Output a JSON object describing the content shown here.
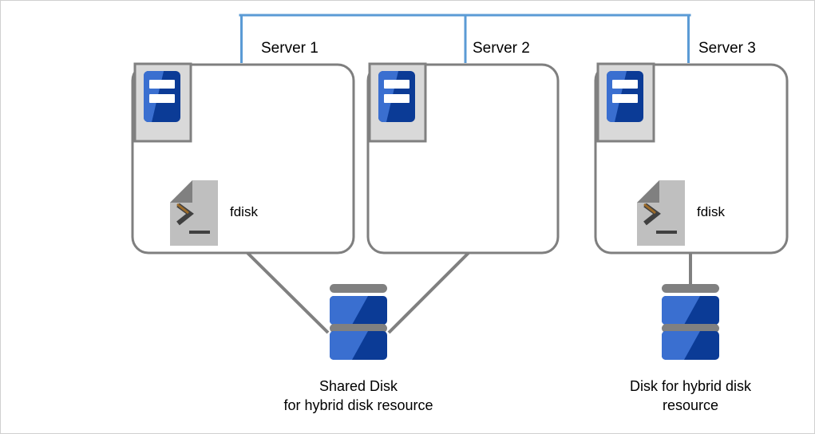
{
  "diagram": {
    "title_present": false,
    "colors": {
      "network_line": "#5b9bd5",
      "box_border": "#7f7f7f",
      "connector_line": "#808080",
      "icon_blue_light": "#3a6fd0",
      "icon_blue_dark": "#0b3b96",
      "icon_frame": "#d9d9d9",
      "icon_frame_border": "#808080",
      "document_gray": "#bfbfbf",
      "document_fold": "#808080",
      "prompt_dark": "#404040",
      "prompt_accent": "#9c6b29",
      "disk_bar_gray": "#808080",
      "text": "#000000",
      "page_border": "#d0d0d0"
    },
    "network": {
      "name": "interconnect-bus",
      "orientation": "horizontal"
    },
    "servers": [
      {
        "id": "server-1",
        "label": "Server 1",
        "icon": "server-icon",
        "command": {
          "label": "fdisk",
          "icon": "terminal-document-icon",
          "prompt": ">",
          "cursor": "_"
        },
        "has_command": true
      },
      {
        "id": "server-2",
        "label": "Server 2",
        "icon": "server-icon",
        "command": null,
        "has_command": false
      },
      {
        "id": "server-3",
        "label": "Server 3",
        "icon": "server-icon",
        "command": {
          "label": "fdisk",
          "icon": "terminal-document-icon",
          "prompt": ">",
          "cursor": "_"
        },
        "has_command": true
      }
    ],
    "storage": [
      {
        "id": "shared-disk",
        "icon": "disk-stack-icon",
        "caption_line1": "Shared Disk",
        "caption_line2": "for hybrid disk resource",
        "connected_to": [
          "server-1",
          "server-2"
        ]
      },
      {
        "id": "local-disk",
        "icon": "disk-stack-icon",
        "caption_line1": "Disk for hybrid disk",
        "caption_line2": "resource",
        "connected_to": [
          "server-3"
        ]
      }
    ]
  }
}
